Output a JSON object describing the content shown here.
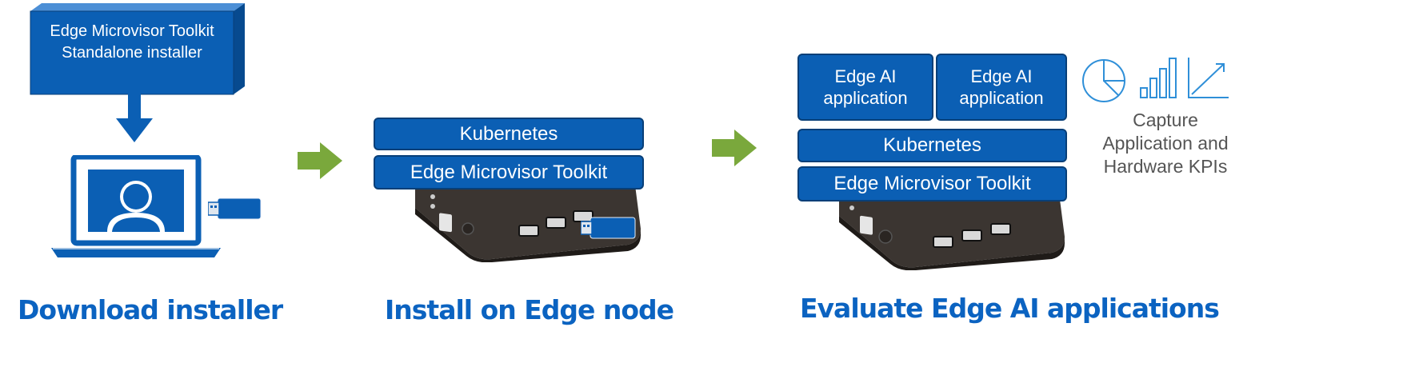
{
  "step1": {
    "installer_line1": "Edge Microvisor Toolkit",
    "installer_line2": "Standalone installer",
    "title": "Download installer"
  },
  "step2": {
    "kubernetes": "Kubernetes",
    "toolkit": "Edge Microvisor Toolkit",
    "title": "Install on Edge node"
  },
  "step3": {
    "app1_line1": "Edge AI",
    "app1_line2": "application",
    "app2_line1": "Edge AI",
    "app2_line2": "application",
    "kubernetes": "Kubernetes",
    "toolkit": "Edge Microvisor Toolkit",
    "kpi_line1": "Capture",
    "kpi_line2": "Application and",
    "kpi_line3": "Hardware KPIs",
    "title": "Evaluate Edge AI applications"
  },
  "colors": {
    "brand_blue": "#0b5fb4",
    "title_blue": "#0b63c1",
    "arrow_green": "#7aa83c"
  },
  "icons": [
    "pie-chart-icon",
    "bar-chart-icon",
    "trend-line-icon",
    "laptop-icon",
    "usb-drive-icon",
    "mini-pc-icon",
    "arrow-right-icon",
    "arrow-down-icon"
  ]
}
